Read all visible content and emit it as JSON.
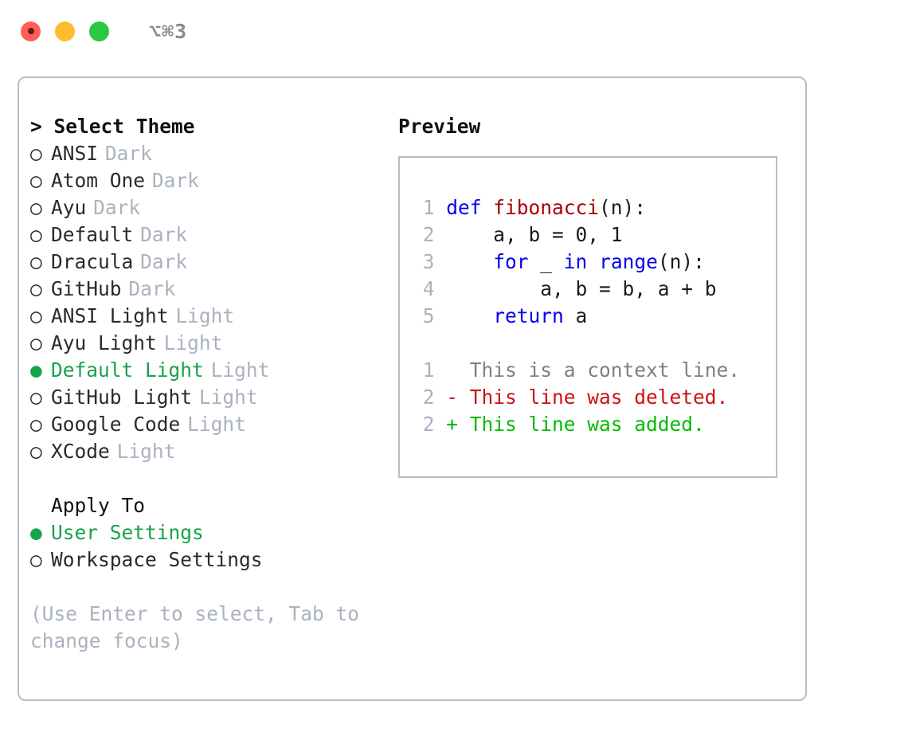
{
  "titlebar": {
    "shortcut": "⌥⌘3",
    "lights": [
      "close-red",
      "minimize-yellow",
      "maximize-green"
    ]
  },
  "colors": {
    "accent_green": "#16a34a",
    "muted": "#aab2c0",
    "border": "#b5bdca",
    "keyword_blue": "#0000ee",
    "function_red": "#aa0000",
    "diff_delete": "#cc1111",
    "diff_add": "#00bb00",
    "diff_context": "#808080"
  },
  "theme_list": {
    "header": "> Select Theme",
    "items": [
      {
        "marker": "○",
        "label": "ANSI",
        "variant": "Dark",
        "selected": false
      },
      {
        "marker": "○",
        "label": "Atom One",
        "variant": "Dark",
        "selected": false
      },
      {
        "marker": "○",
        "label": "Ayu",
        "variant": "Dark",
        "selected": false
      },
      {
        "marker": "○",
        "label": "Default",
        "variant": "Dark",
        "selected": false
      },
      {
        "marker": "○",
        "label": "Dracula",
        "variant": "Dark",
        "selected": false
      },
      {
        "marker": "○",
        "label": "GitHub",
        "variant": "Dark",
        "selected": false
      },
      {
        "marker": "○",
        "label": "ANSI Light",
        "variant": "Light",
        "selected": false
      },
      {
        "marker": "○",
        "label": "Ayu Light",
        "variant": "Light",
        "selected": false
      },
      {
        "marker": "●",
        "label": "Default Light",
        "variant": "Light",
        "selected": true
      },
      {
        "marker": "○",
        "label": "GitHub Light",
        "variant": "Light",
        "selected": false
      },
      {
        "marker": "○",
        "label": "Google Code",
        "variant": "Light",
        "selected": false
      },
      {
        "marker": "○",
        "label": "XCode",
        "variant": "Light",
        "selected": false
      }
    ]
  },
  "apply_to": {
    "header": "Apply To",
    "items": [
      {
        "marker": "●",
        "label": "User Settings",
        "selected": true
      },
      {
        "marker": "○",
        "label": "Workspace Settings",
        "selected": false
      }
    ]
  },
  "hint": "(Use Enter to select, Tab to\nchange focus)",
  "preview": {
    "title": "Preview",
    "code_lines": [
      {
        "num": "1",
        "tokens": [
          {
            "t": "def",
            "c": "kw"
          },
          {
            "t": " ",
            "c": "plain"
          },
          {
            "t": "fibonacci",
            "c": "fn"
          },
          {
            "t": "(n):",
            "c": "plain"
          }
        ]
      },
      {
        "num": "2",
        "tokens": [
          {
            "t": "    a, b = 0, 1",
            "c": "plain"
          }
        ]
      },
      {
        "num": "3",
        "tokens": [
          {
            "t": "    ",
            "c": "plain"
          },
          {
            "t": "for",
            "c": "kw"
          },
          {
            "t": " _ ",
            "c": "plain"
          },
          {
            "t": "in",
            "c": "kw"
          },
          {
            "t": " ",
            "c": "plain"
          },
          {
            "t": "range",
            "c": "kw"
          },
          {
            "t": "(n):",
            "c": "plain"
          }
        ]
      },
      {
        "num": "4",
        "tokens": [
          {
            "t": "        a, b = b, a + b",
            "c": "plain"
          }
        ]
      },
      {
        "num": "5",
        "tokens": [
          {
            "t": "    ",
            "c": "plain"
          },
          {
            "t": "return",
            "c": "kw"
          },
          {
            "t": " a",
            "c": "plain"
          }
        ]
      }
    ],
    "diff_lines": [
      {
        "num": "1",
        "sign": " ",
        "text": " This is a context line.",
        "kind": "ctx"
      },
      {
        "num": "2",
        "sign": "-",
        "text": " This line was deleted.",
        "kind": "del"
      },
      {
        "num": "2",
        "sign": "+",
        "text": " This line was added.",
        "kind": "add"
      }
    ]
  }
}
